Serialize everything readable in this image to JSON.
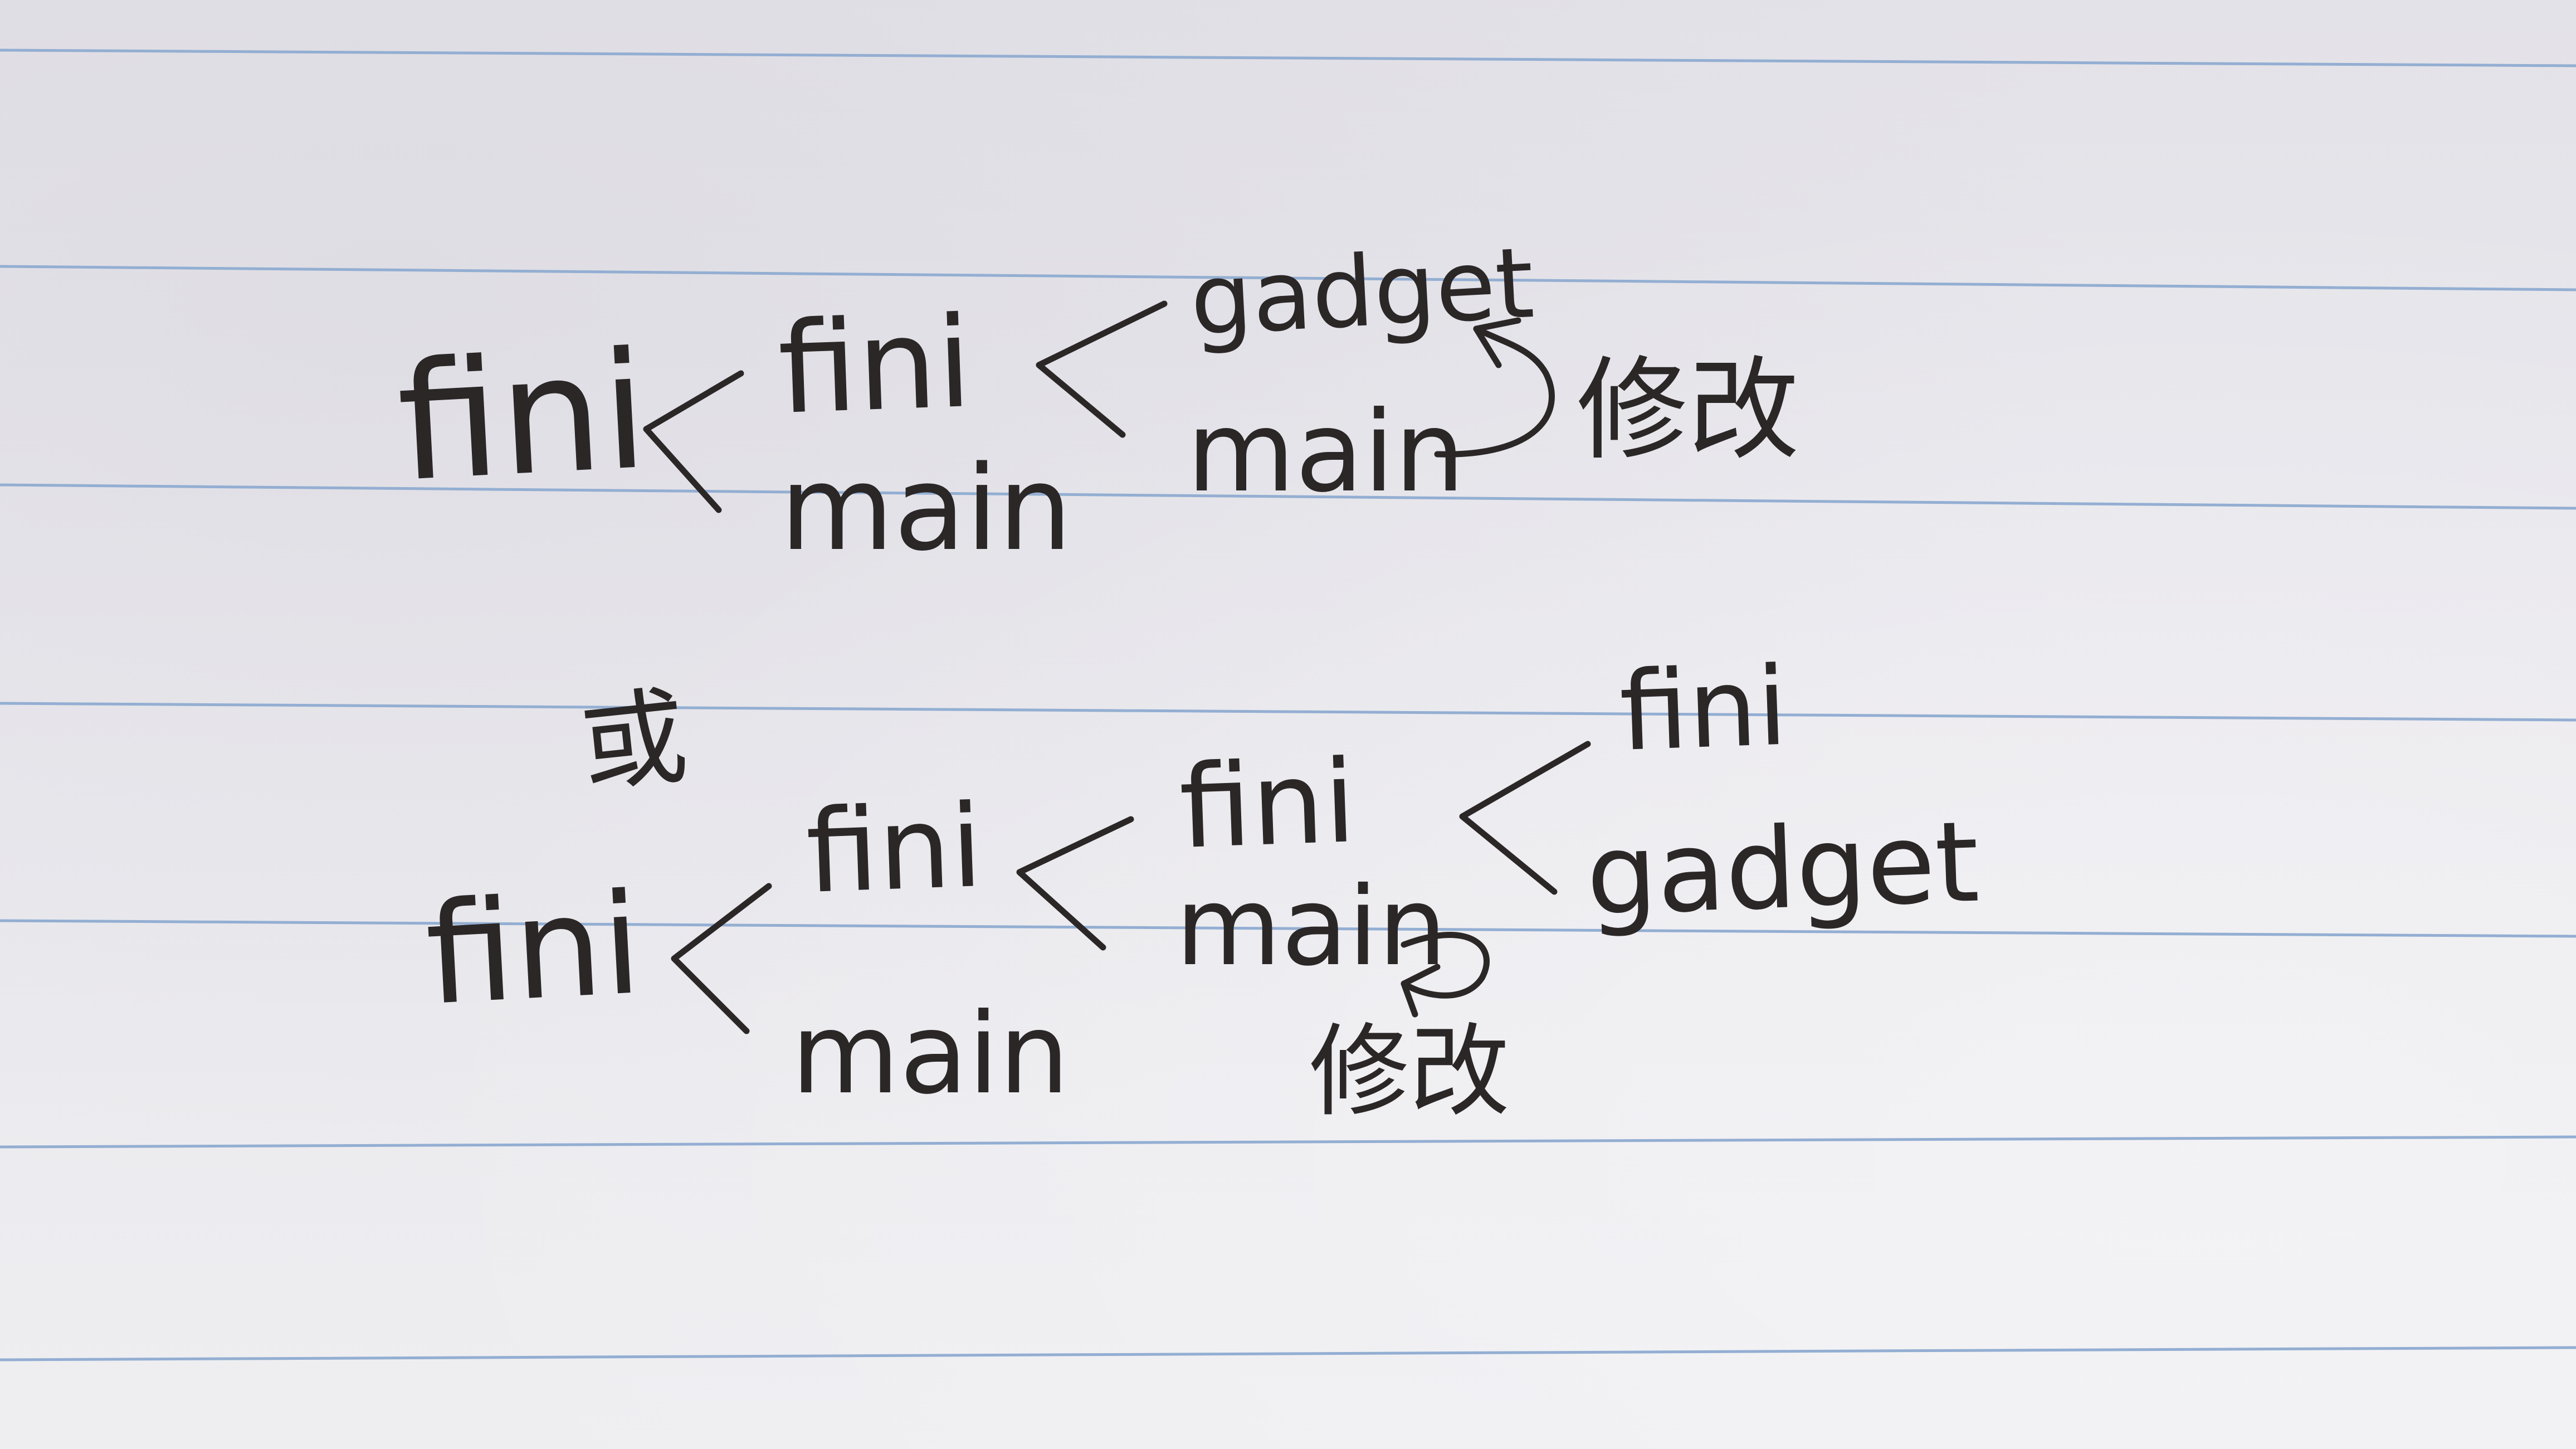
{
  "diagram_top": {
    "root": "fini",
    "branch_top": "fini",
    "branch_bottom": "main",
    "sub_top": "gadget",
    "sub_bottom": "main",
    "annotation": "修改"
  },
  "separator": "或",
  "diagram_bottom": {
    "root": "fini",
    "branch_top": "fini",
    "branch_bottom": "main",
    "mid_top": "fini",
    "mid_bottom": "main",
    "sub_top": "fini",
    "sub_bottom": "gadget",
    "annotation": "修改"
  },
  "colors": {
    "ink": "#2b2727",
    "paper": "#e6e5ea",
    "rule_lines": "#93aed2"
  }
}
